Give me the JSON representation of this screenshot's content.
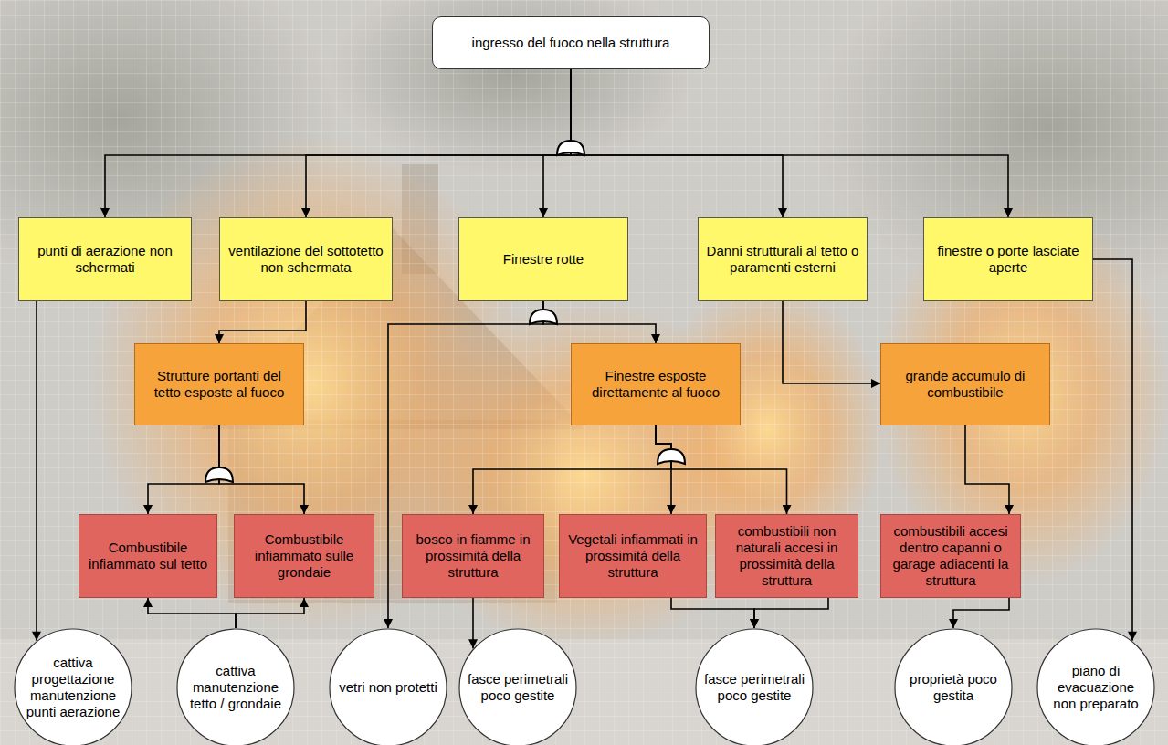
{
  "diagram": {
    "nodes": [
      {
        "text": [
          "ingresso del fuoco nella struttura"
        ]
      },
      {
        "text": [
          "punti di aerazione non schermati"
        ]
      },
      {
        "text": [
          "ventilazione del sottotetto non schermata"
        ]
      },
      {
        "text": [
          "Finestre rotte"
        ]
      },
      {
        "text": [
          "Danni strutturali al tetto o paramenti esterni"
        ]
      },
      {
        "text": [
          "finestre o porte lasciate aperte"
        ]
      },
      {
        "text": [
          "Strutture portanti del tetto esposte al fuoco"
        ]
      },
      {
        "text": [
          "Finestre esposte direttamente al fuoco"
        ]
      },
      {
        "text": [
          "grande accumulo di combustibile"
        ]
      },
      {
        "text": [
          "Combustibile infiammato sul tetto"
        ]
      },
      {
        "text": [
          "Combustibile infiammato sulle grondaie"
        ]
      },
      {
        "text": [
          "bosco in fiamme in prossimità della struttura"
        ]
      },
      {
        "text": [
          "Vegetali infiammati in prossimità della struttura"
        ]
      },
      {
        "text": [
          "combustibili non naturali accesi in prossimità della struttura"
        ]
      },
      {
        "text": [
          "combustibili accesi dentro capanni o garage adiacenti la struttura"
        ]
      },
      {
        "text": [
          "cattiva progettazione manutenzione punti aerazione"
        ]
      },
      {
        "text": [
          "cattiva manutenzione tetto / grondaie"
        ]
      },
      {
        "text": [
          "vetri non protetti"
        ]
      },
      {
        "text": [
          "fasce perimetrali poco gestite"
        ]
      },
      {
        "text": [
          "fasce perimetrali poco gestite"
        ]
      },
      {
        "text": [
          "proprietà poco gestita"
        ]
      },
      {
        "text": [
          "piano di evacuazione non preparato"
        ]
      }
    ],
    "edges": [
      {
        "from": 0,
        "to": 1,
        "arrow": "to"
      },
      {
        "from": 0,
        "to": 2,
        "arrow": "to"
      },
      {
        "from": 0,
        "to": 3,
        "arrow": "to"
      },
      {
        "from": 0,
        "to": 4,
        "arrow": "to"
      },
      {
        "from": 0,
        "to": 5,
        "arrow": "to"
      },
      {
        "from": 1,
        "to": 15,
        "arrow": "to"
      },
      {
        "from": 2,
        "to": 6,
        "arrow": "to"
      },
      {
        "from": 3,
        "to": 17,
        "arrow": "to"
      },
      {
        "from": 3,
        "to": 7,
        "arrow": "to"
      },
      {
        "from": 4,
        "to": 8,
        "arrow": "to"
      },
      {
        "from": 5,
        "to": 21,
        "arrow": "to"
      },
      {
        "from": 6,
        "to": 9,
        "arrow": "to"
      },
      {
        "from": 6,
        "to": 10,
        "arrow": "to"
      },
      {
        "from": 7,
        "to": 11,
        "arrow": "to"
      },
      {
        "from": 7,
        "to": 12,
        "arrow": "to"
      },
      {
        "from": 7,
        "to": 13,
        "arrow": "to"
      },
      {
        "from": 8,
        "to": 14,
        "arrow": "to"
      },
      {
        "from": 16,
        "to": 9,
        "arrow": "to"
      },
      {
        "from": 16,
        "to": 10,
        "arrow": "to"
      },
      {
        "from": 11,
        "to": 18,
        "arrow": "to"
      },
      {
        "from": 12,
        "to": 19,
        "arrow": "to"
      },
      {
        "from": 13,
        "to": 19,
        "arrow": "to"
      },
      {
        "from": 14,
        "to": 20,
        "arrow": "to"
      }
    ]
  }
}
